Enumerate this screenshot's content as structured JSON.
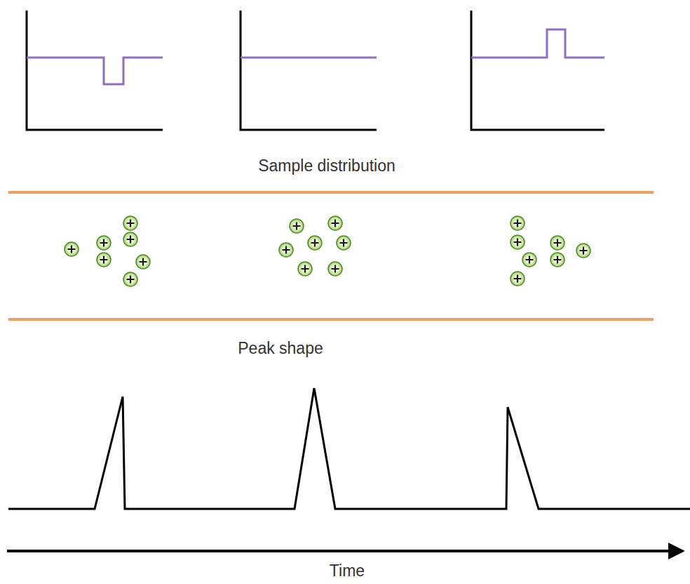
{
  "diagram": {
    "labels": [
      "Sample distribution",
      "Peak shape",
      "Time"
    ]
  }
}
